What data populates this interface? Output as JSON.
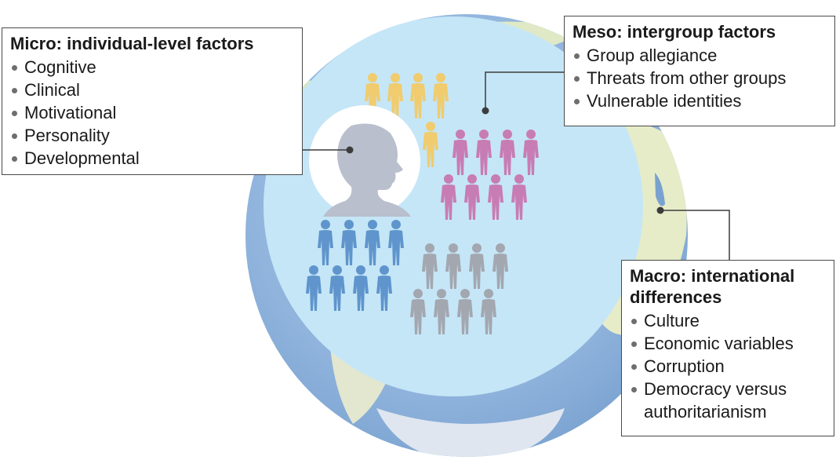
{
  "micro": {
    "title": "Micro: individual-level factors",
    "items": [
      "Cognitive",
      "Clinical",
      "Motivational",
      "Personality",
      "Developmental"
    ]
  },
  "meso": {
    "title": "Meso: intergroup factors",
    "items": [
      "Group allegiance",
      "Threats from other groups",
      "Vulnerable identities"
    ]
  },
  "macro": {
    "title_line1": "Macro: international",
    "title_line2": "differences",
    "items": [
      "Culture",
      "Economic variables",
      "Corruption",
      "Democracy versus",
      "authoritarianism"
    ]
  },
  "colors": {
    "ocean": "#8fb3dc",
    "land": "#dfe9c6",
    "inner_circle": "#c5e6f7",
    "head_circle": "#ffffff",
    "person_head": "#b9bfcd",
    "group_yellow": "#f0cc6e",
    "group_pink": "#c87cb4",
    "group_blue": "#5f95cc",
    "group_grey": "#a3a7b0",
    "connector": "#3c3c3c"
  }
}
